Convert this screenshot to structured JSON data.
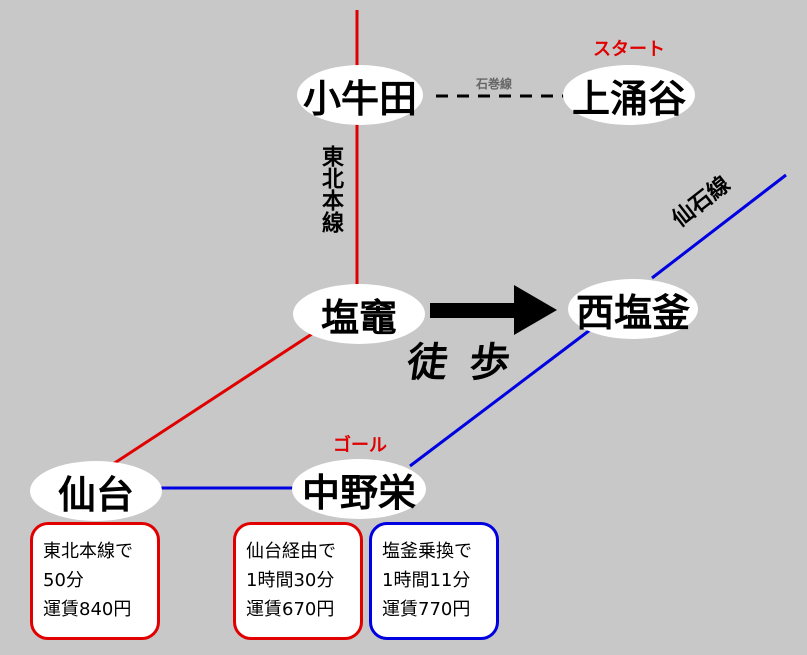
{
  "stations": {
    "kogota": "小牛田",
    "kamiwakuya": "上涌谷",
    "shiogama": "塩竈",
    "nishishiogama": "西塩釜",
    "sendai": "仙台",
    "nakanosakae": "中野栄"
  },
  "tags": {
    "start": "スタート",
    "goal": "ゴール"
  },
  "lines": {
    "ishinomaki": "石巻線",
    "tohoku": "東北本線",
    "senseki": "仙石線"
  },
  "walk": "徒歩",
  "colors": {
    "tohoku": "#e00000",
    "senseki": "#0000e0",
    "ishinomaki": "#000000"
  },
  "routes": [
    {
      "line1": "東北本線で",
      "line2": "50分",
      "line3": "運賃840円",
      "color": "#e00000"
    },
    {
      "line1": "仙台経由で",
      "line2": "1時間30分",
      "line3": "運賃670円",
      "color": "#e00000"
    },
    {
      "line1": "塩釜乗換で",
      "line2": "1時間11分",
      "line3": "運賃770円",
      "color": "#0000e0"
    }
  ]
}
